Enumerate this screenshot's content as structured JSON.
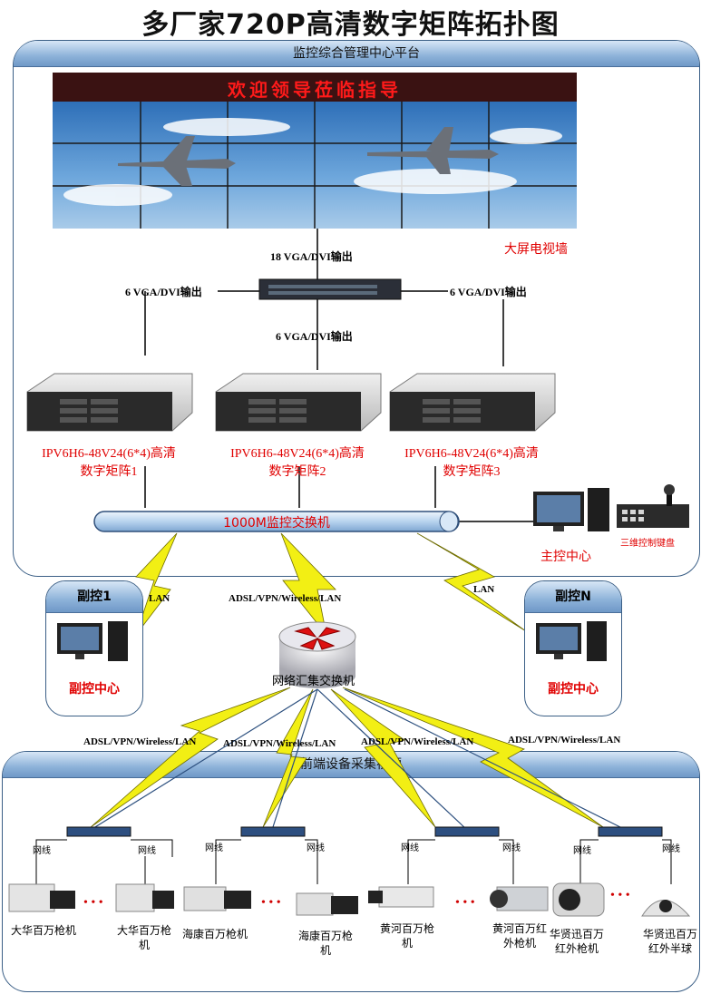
{
  "title": "多厂家720P高清数字矩阵拓扑图",
  "top_panel": {
    "title": "监控综合管理中心平台",
    "led_text": "欢迎领导莅临指导",
    "video_wall_label": "大屏电视墙",
    "output_top": "18 VGA/DVI输出",
    "output_left": "6 VGA/DVI输出",
    "output_right": "6 VGA/DVI输出",
    "output_middle": "6 VGA/DVI输出",
    "matrices": [
      {
        "line1": "IPV6H6-48V24(6*4)高清",
        "line2": "数字矩阵1"
      },
      {
        "line1": "IPV6H6-48V24(6*4)高清",
        "line2": "数字矩阵2"
      },
      {
        "line1": "IPV6H6-48V24(6*4)高清",
        "line2": "数字矩阵3"
      }
    ],
    "switch_label": "1000M监控交换机",
    "main_control": "主控中心",
    "keyboard_label": "三维控制键盘"
  },
  "sub_controls": [
    {
      "title": "副控1",
      "footer": "副控中心"
    },
    {
      "title": "副控N",
      "footer": "副控中心"
    }
  ],
  "links": {
    "lan_left": "LAN",
    "lan_right": "LAN",
    "core_uplink": "ADSL/VPN/Wireless/LAN",
    "router_label": "网络汇集交换机",
    "down1": "ADSL/VPN/Wireless/LAN",
    "down2": "ADSL/VPN/Wireless/LAN",
    "down3": "ADSL/VPN/Wireless/LAN",
    "down4": "ADSL/VPN/Wireless/LAN"
  },
  "bottom_panel": {
    "title": "前端设备采集视频",
    "cable": "网线",
    "dots": "• • •",
    "cameras": [
      "大华百万枪机",
      "大华百万枪机",
      "海康百万枪机",
      "海康百万枪机",
      "黄河百万枪机",
      "黄河百万红外枪机",
      "华贤迅百万红外枪机",
      "华贤迅百万红外半球"
    ]
  }
}
